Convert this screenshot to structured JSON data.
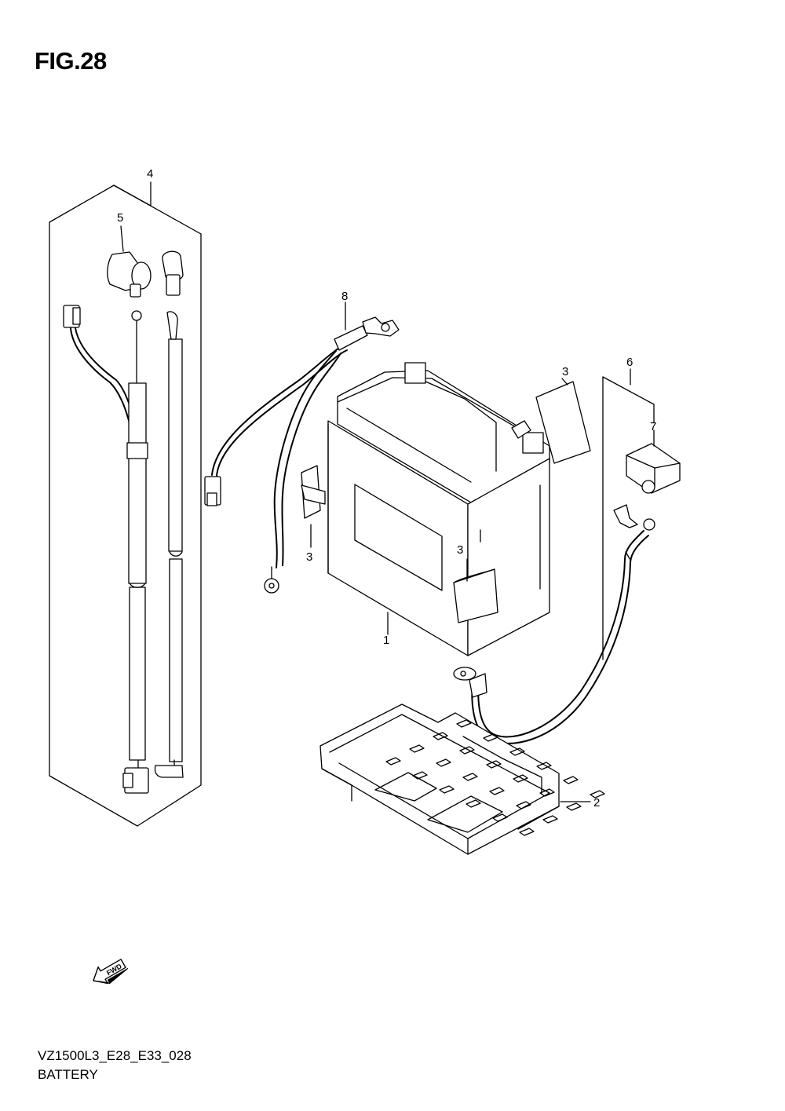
{
  "figure": {
    "title": "FIG.28",
    "code": "VZ1500L3_E28_E33_028",
    "name": "BATTERY"
  },
  "fwd_marker": {
    "text": "FWD",
    "icon": "fwd-arrow-icon"
  },
  "callouts": [
    {
      "id": "battery",
      "number": "1"
    },
    {
      "id": "battery-tray",
      "number": "2"
    },
    {
      "id": "pad-right-top",
      "number": "3"
    },
    {
      "id": "pad-left",
      "number": "3"
    },
    {
      "id": "pad-front",
      "number": "3"
    },
    {
      "id": "harness-kit",
      "number": "4"
    },
    {
      "id": "bulb-socket",
      "number": "5"
    },
    {
      "id": "minus-lead-kit",
      "number": "6"
    },
    {
      "id": "terminal-cap",
      "number": "7"
    },
    {
      "id": "plus-lead",
      "number": "8"
    }
  ]
}
